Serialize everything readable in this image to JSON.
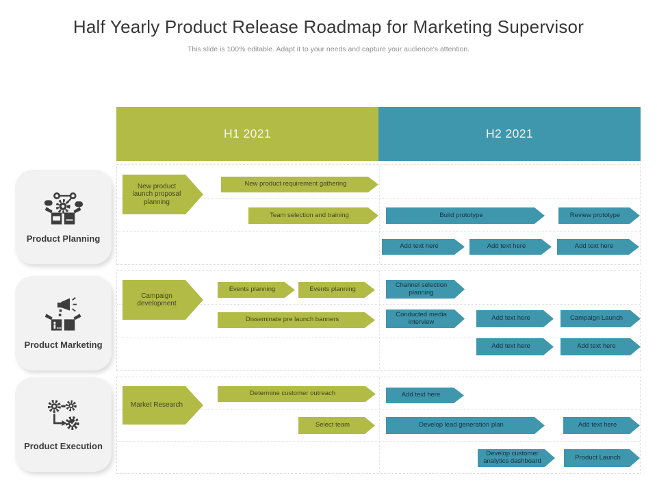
{
  "title": "Half Yearly Product Release Roadmap for Marketing Supervisor",
  "subtitle": "This slide is 100% editable. Adapt it to your needs and capture your audience's attention.",
  "timeline": {
    "h1_label": "H1 2021",
    "h2_label": "H2 2021"
  },
  "colors": {
    "h1_green": "#b2bb45",
    "h2_teal": "#3f97ae"
  },
  "sidebar": {
    "planning_label": "Product Planning",
    "marketing_label": "Product Marketing",
    "execution_label": "Product Execution",
    "planning_icon": "box-gear-network-icon",
    "marketing_icon": "box-megaphone-icon",
    "execution_icon": "gears-workflow-check-icon"
  },
  "planning": {
    "lead": "New product launch proposal planning",
    "requirement_gathering": "New product requirement gathering",
    "team_selection": "Team selection and training",
    "build_prototype": "Build prototype",
    "review_prototype": "Review prototype",
    "add_text_1": "Add text here",
    "add_text_2": "Add text here",
    "add_text_3": "Add text here"
  },
  "marketing": {
    "lead": "Campaign development",
    "events_planning_1": "Events planning",
    "events_planning_2": "Events planning",
    "channel_selection": "Channel selection planning",
    "disseminate_banners": "Disseminate pre launch banners",
    "media_interview": "Conducted media interview",
    "add_text_1": "Add text here",
    "campaign_launch": "Campaign Launch",
    "add_text_2": "Add text here",
    "add_text_3": "Add text here"
  },
  "execution": {
    "lead": "Market Research",
    "customer_outreach": "Determine customer outreach",
    "add_text_1": "Add text here",
    "select_team": "Select team",
    "lead_generation": "Develop lead generation plan",
    "add_text_2": "Add text here",
    "analytics_dashboard": "Develop customer analytics dashboard",
    "product_launch": "Product Launch"
  }
}
